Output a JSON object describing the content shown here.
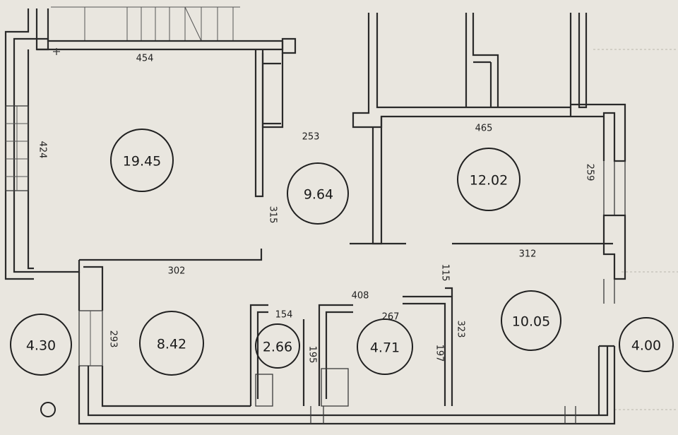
{
  "colors": {
    "paper": "#e9e6df",
    "ink": "#2a2a2a"
  },
  "rooms": [
    {
      "id": "living",
      "area": "19.45"
    },
    {
      "id": "hall",
      "area": "9.64"
    },
    {
      "id": "bedroom-1",
      "area": "12.02"
    },
    {
      "id": "balcony-left",
      "area": "4.30"
    },
    {
      "id": "room-left",
      "area": "8.42"
    },
    {
      "id": "wc",
      "area": "2.66"
    },
    {
      "id": "bathroom",
      "area": "4.71"
    },
    {
      "id": "bedroom-2",
      "area": "10.05"
    },
    {
      "id": "balcony-right",
      "area": "4.00"
    }
  ],
  "dimensions": [
    {
      "id": "living-width",
      "value": "454"
    },
    {
      "id": "living-height",
      "value": "424"
    },
    {
      "id": "hall-width",
      "value": "253"
    },
    {
      "id": "hall-height",
      "value": "315"
    },
    {
      "id": "bedroom1-width",
      "value": "465"
    },
    {
      "id": "bedroom1-height",
      "value": "259"
    },
    {
      "id": "room-left-width",
      "value": "302"
    },
    {
      "id": "room-left-height",
      "value": "293"
    },
    {
      "id": "wc-width",
      "value": "154"
    },
    {
      "id": "wc-height",
      "value": "195"
    },
    {
      "id": "corridor-width",
      "value": "408"
    },
    {
      "id": "bath-width",
      "value": "267"
    },
    {
      "id": "bath-height",
      "value": "197"
    },
    {
      "id": "door-gap",
      "value": "115"
    },
    {
      "id": "bedroom2-width",
      "value": "312"
    },
    {
      "id": "bedroom2-height",
      "value": "323"
    }
  ]
}
